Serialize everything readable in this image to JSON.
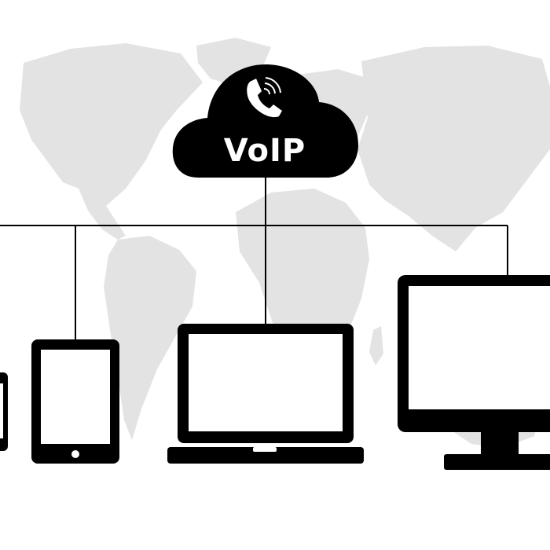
{
  "cloud": {
    "label": "VoIP",
    "icon": "phone-ringing-icon"
  },
  "devices": [
    {
      "name": "smartphone"
    },
    {
      "name": "tablet"
    },
    {
      "name": "laptop"
    },
    {
      "name": "desktop-monitor"
    }
  ],
  "colors": {
    "foreground": "#000000",
    "map": "#e3e3e3",
    "background": "#ffffff",
    "screen": "#ffffff"
  }
}
